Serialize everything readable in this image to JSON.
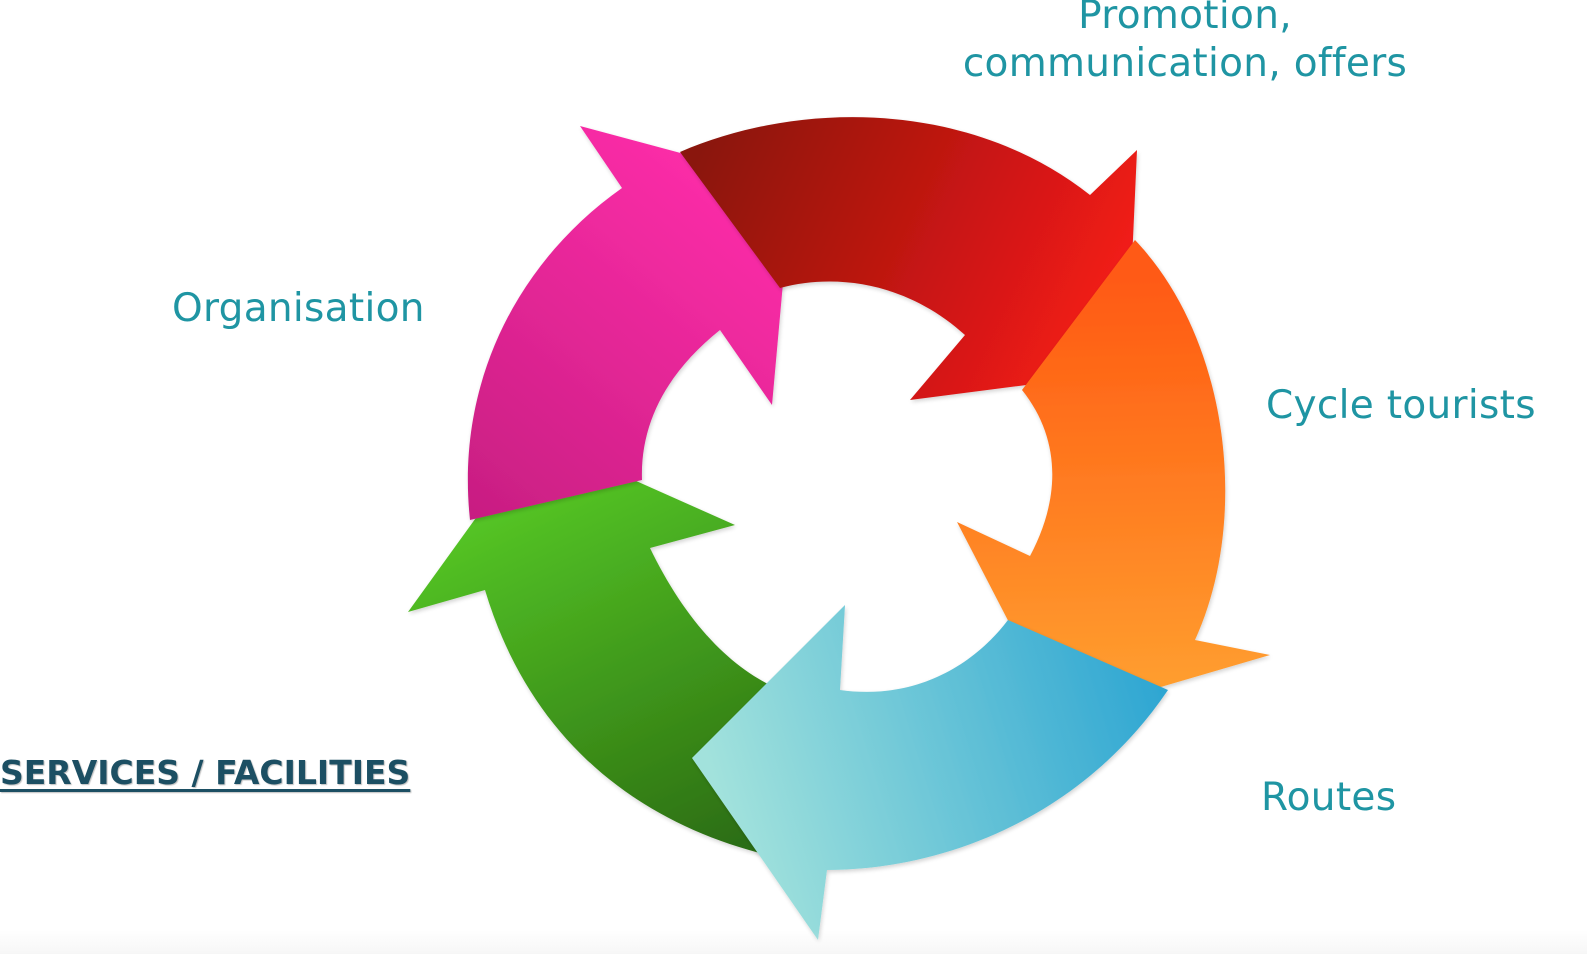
{
  "diagram": {
    "labels": {
      "promotion_line1": "Promotion,",
      "promotion_line2": "communication, offers",
      "organisation": "Organisation",
      "cycle_tourists": "Cycle tourists",
      "routes": "Routes",
      "services": "SERVICES / FACILITIES"
    },
    "arrows": [
      {
        "name": "red",
        "from": "#8a1208",
        "to": "#ff1c1c"
      },
      {
        "name": "orange",
        "from": "#ff5a12",
        "to": "#ffa030"
      },
      {
        "name": "blue",
        "from": "#2aa4d2",
        "to": "#a2e2dc"
      },
      {
        "name": "green",
        "from": "#56c826",
        "to": "#2c6e12"
      },
      {
        "name": "pink",
        "from": "#c81e82",
        "to": "#ff2eaa"
      }
    ],
    "colors": {
      "label_text": "#1f95a3",
      "services_text": "#1c4f63"
    }
  }
}
